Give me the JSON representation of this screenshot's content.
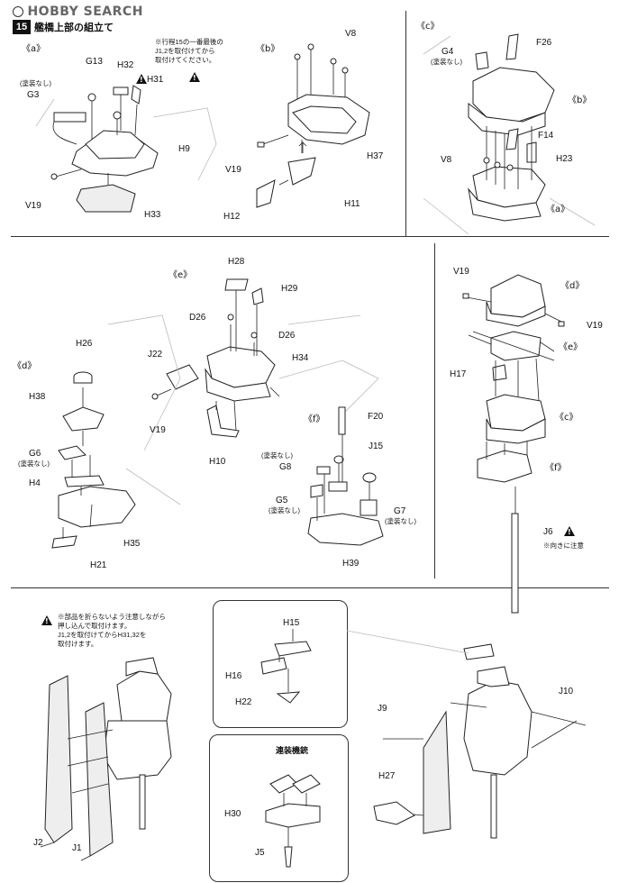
{
  "header": {
    "watermark": "HOBBY SEARCH",
    "step_number": "15",
    "step_title": "艦橋上部の組立て"
  },
  "sections": {
    "a": {
      "label": "《a》",
      "note": "※行程15の一番最後の\nJ1,2を取付けてから\n取付けてください。",
      "parts": [
        "G13",
        "H32",
        "H31",
        "G3",
        "H9",
        "V19",
        "H33"
      ],
      "g3_note": "(塗装なし)"
    },
    "b": {
      "label": "《b》",
      "parts": [
        "V8",
        "V19",
        "H37",
        "H11",
        "H12"
      ]
    },
    "c": {
      "label": "《c》",
      "parts": [
        "G4",
        "F26",
        "F14",
        "V8",
        "H23",
        "《b》",
        "《a》"
      ],
      "g4_note": "(塗装なし)"
    },
    "e": {
      "label": "《e》",
      "parts": [
        "H28",
        "H29",
        "D26",
        "D26",
        "J22",
        "H34",
        "V19",
        "H10"
      ]
    },
    "d": {
      "label": "《d》",
      "parts": [
        "H26",
        "H38",
        "G6",
        "H4",
        "H35",
        "H21"
      ],
      "g6_note": "(塗装なし)"
    },
    "f": {
      "label": "《f》",
      "parts": [
        "F20",
        "G8",
        "J15",
        "G5",
        "G7",
        "H39"
      ],
      "g8_note": "(塗装なし)",
      "g5_note": "(塗装なし)",
      "g7_note": "(塗装なし)"
    },
    "tower": {
      "parts": [
        "V19",
        "《d》",
        "V19",
        "《e》",
        "H17",
        "《c》",
        "《f》",
        "J6"
      ],
      "j6_note": "※向きに注意"
    },
    "final": {
      "note": "※部品を折らないよう注意しながら\n押し込んで取付けます。\nJ1,2を取付けてからH31,32を\n取付けます。",
      "parts": [
        "J2",
        "J1",
        "J9",
        "J10",
        "H27"
      ],
      "inset1_parts": [
        "H15",
        "H16",
        "H22"
      ],
      "inset2_title": "連装機銃",
      "inset2_parts": [
        "H30",
        "J5"
      ]
    }
  }
}
